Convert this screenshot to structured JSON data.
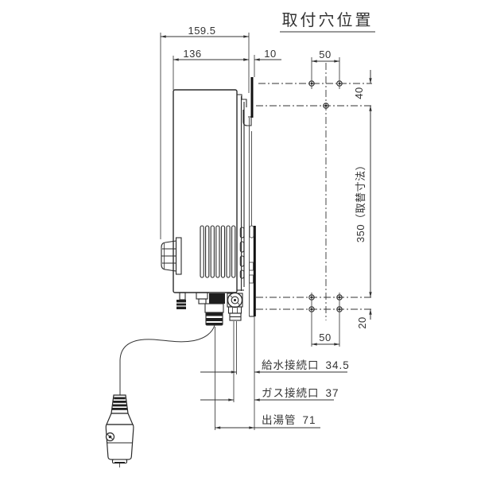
{
  "title": "取付穴位置",
  "dimensions": {
    "total_depth": "159.5",
    "body_depth": "136",
    "wall_gap": "10",
    "top_hole_spacing": "50",
    "top_hole_offset": "40",
    "replacement_height": "350（取替寸法）",
    "bottom_hole_offset": "20",
    "bottom_hole_spacing": "50"
  },
  "connections": [
    {
      "label": "給水接続口",
      "value": "34.5"
    },
    {
      "label": "ガス接続口",
      "value": "37"
    },
    {
      "label": "出湯管",
      "value": "71"
    }
  ],
  "colors": {
    "line": "#333333",
    "background": "#ffffff"
  }
}
